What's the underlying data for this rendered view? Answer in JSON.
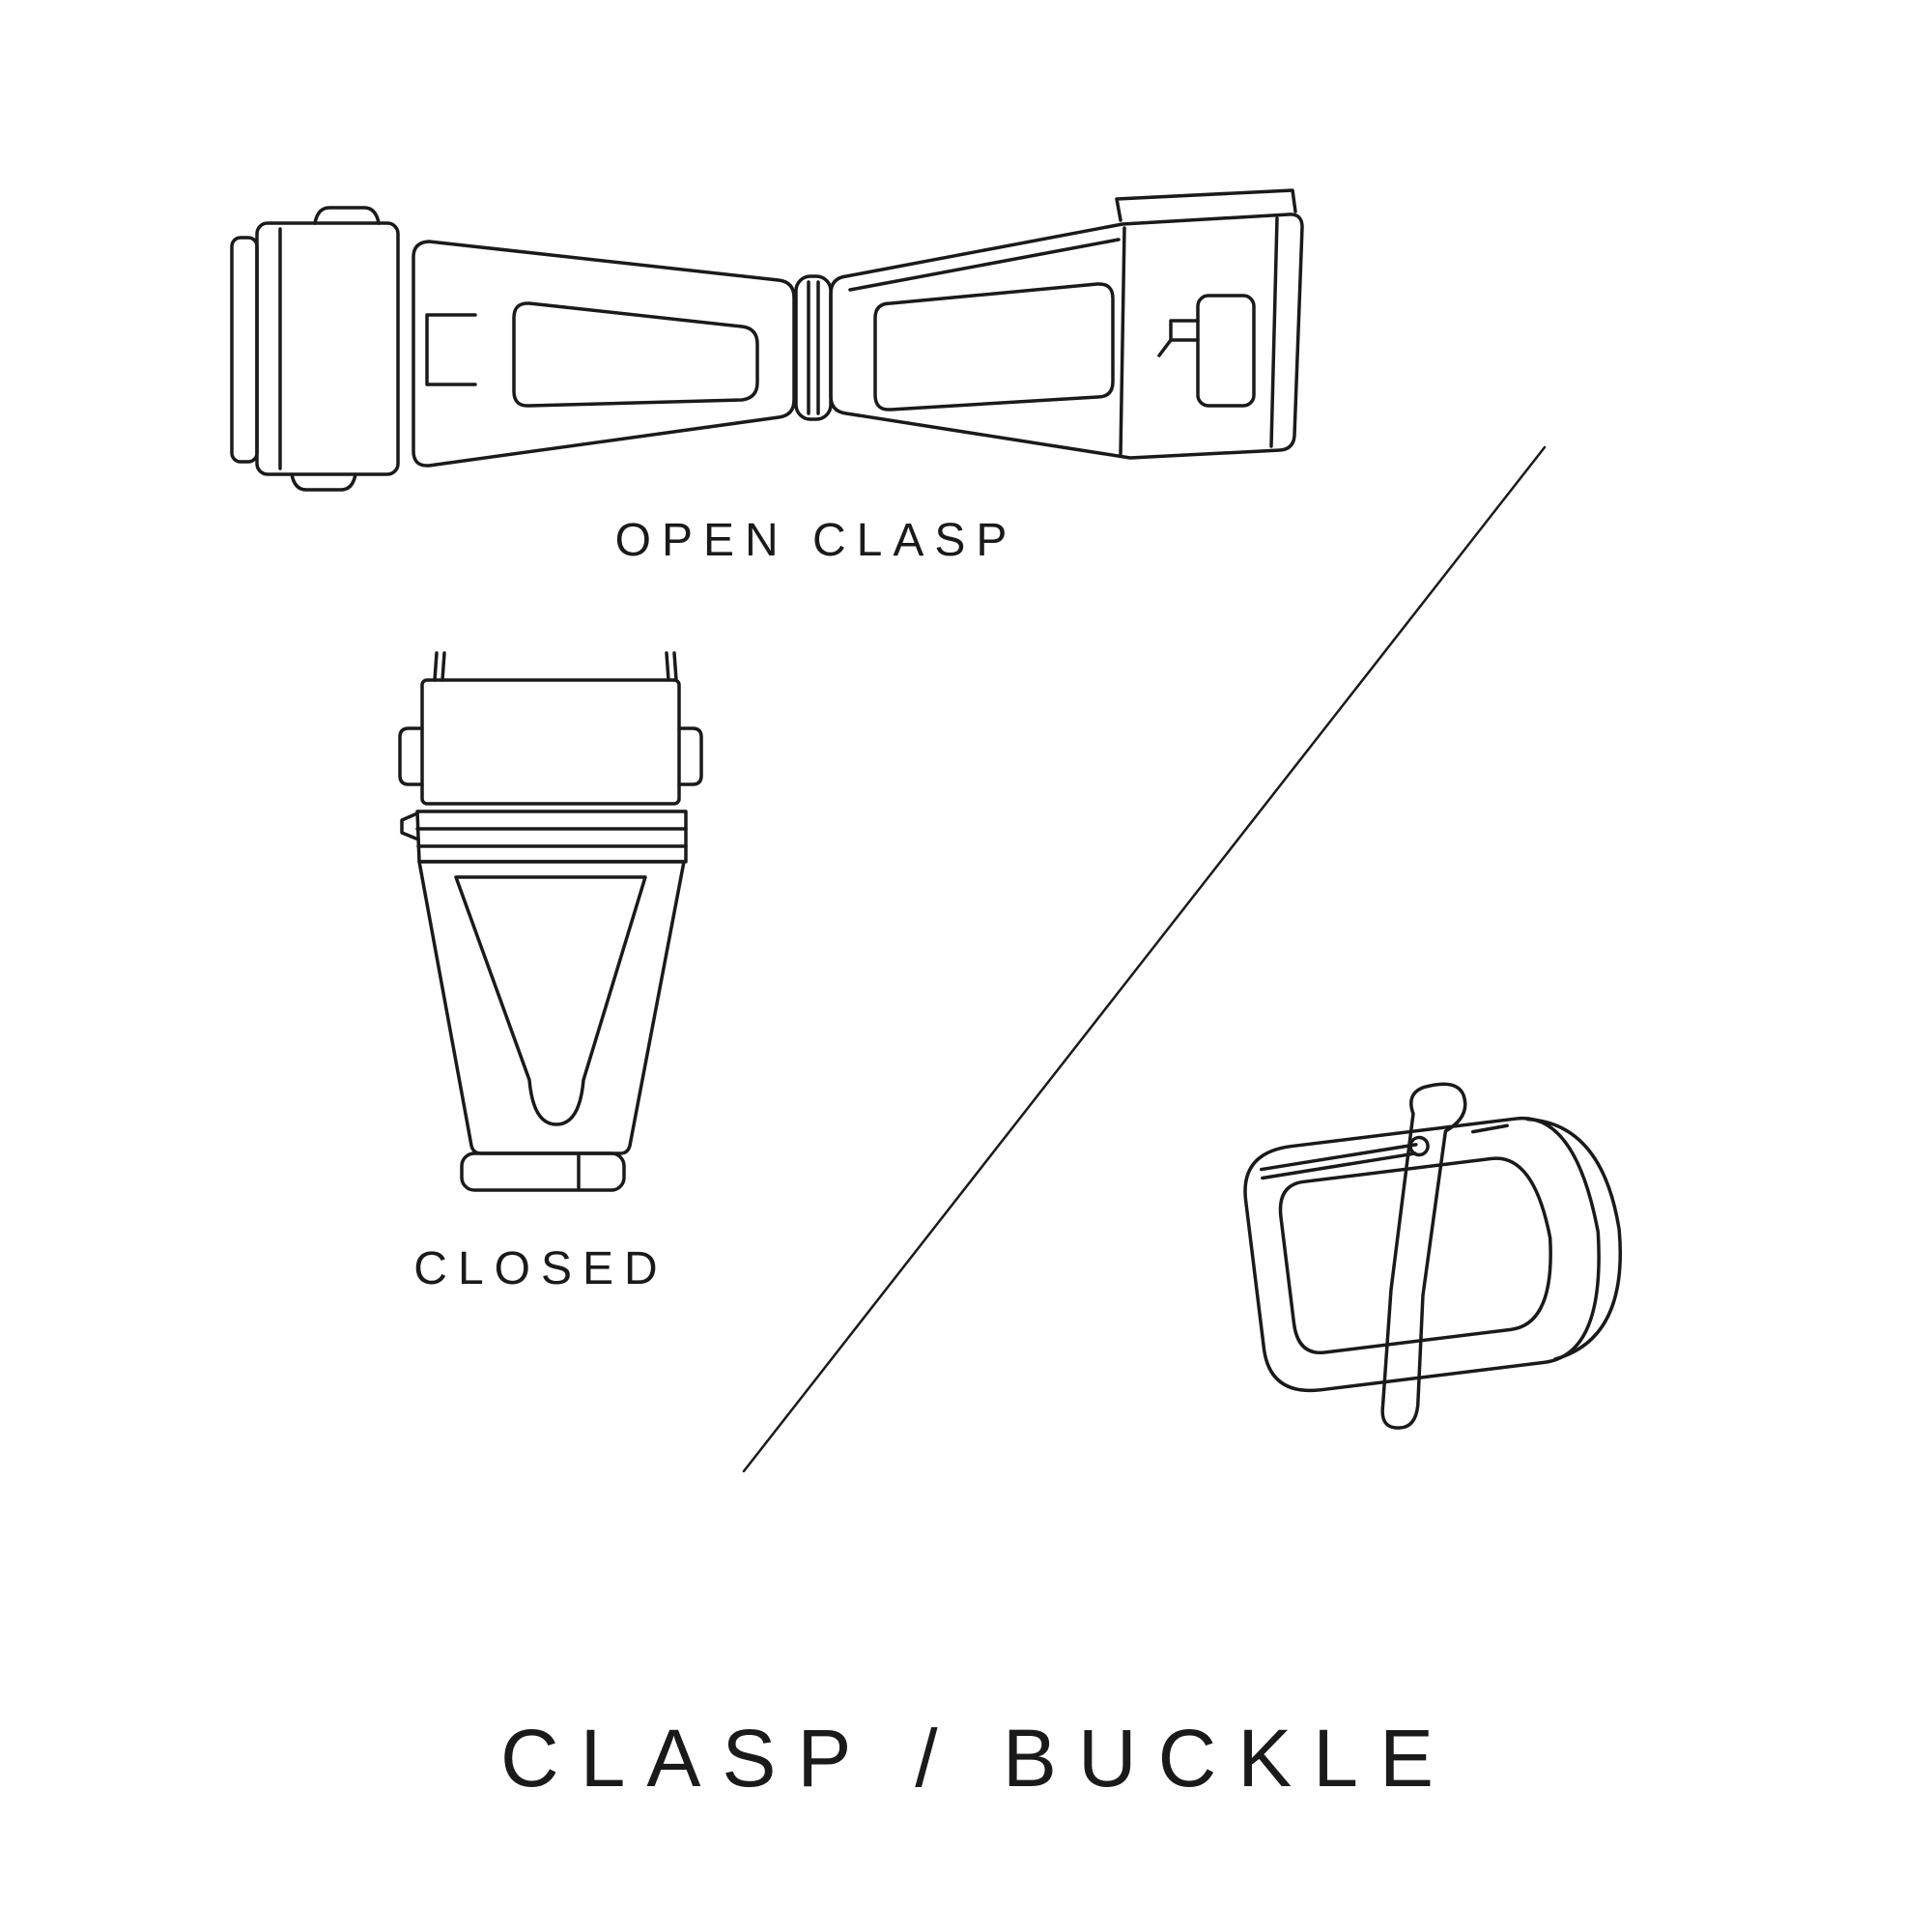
{
  "page": {
    "background_color": "#ffffff",
    "ink_color": "#1a1a1a"
  },
  "labels": {
    "open_clasp": "OPEN CLASP",
    "closed": "CLOSED",
    "title": "CLASP / BUCKLE"
  },
  "illustrations": {
    "open_clasp_icon": "open-deployant-clasp-line-drawing",
    "closed_clasp_icon": "closed-deployant-clasp-line-drawing",
    "buckle_icon": "tang-buckle-line-drawing",
    "divider_icon": "diagonal-divider-line"
  }
}
